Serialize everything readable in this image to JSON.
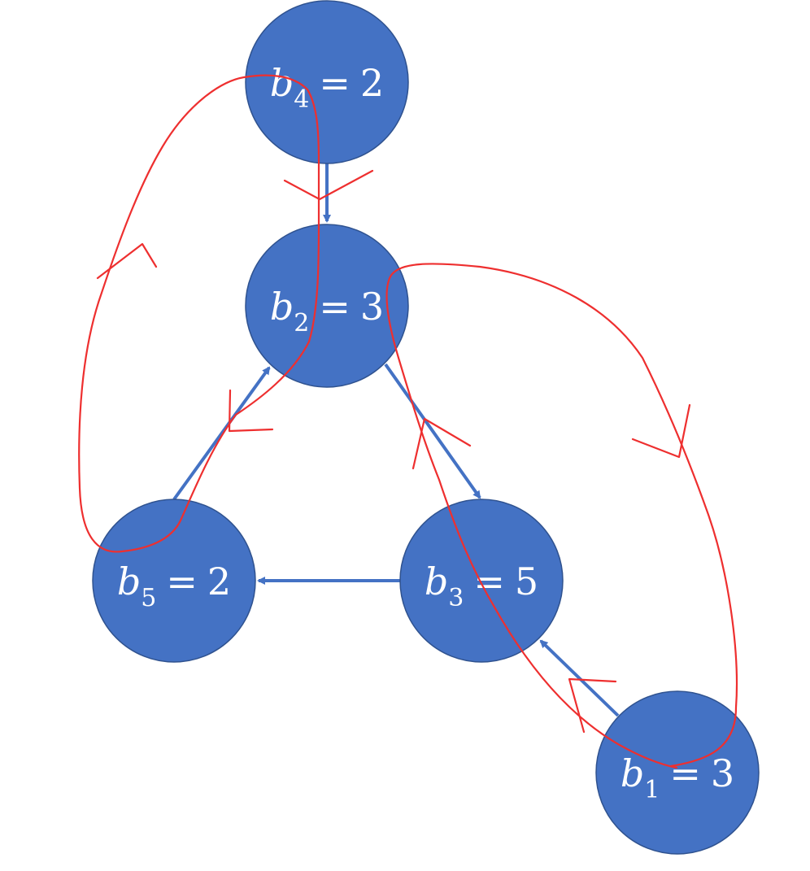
{
  "nodes": [
    {
      "id": "b4",
      "var": "b",
      "sub": "4",
      "op": "=",
      "value": "2"
    },
    {
      "id": "b2",
      "var": "b",
      "sub": "2",
      "op": "=",
      "value": "3"
    },
    {
      "id": "b5",
      "var": "b",
      "sub": "5",
      "op": "=",
      "value": "2"
    },
    {
      "id": "b3",
      "var": "b",
      "sub": "3",
      "op": "=",
      "value": "5"
    },
    {
      "id": "b1",
      "var": "b",
      "sub": "1",
      "op": "=",
      "value": "3"
    }
  ],
  "edges": [
    {
      "from": "b4",
      "to": "b2"
    },
    {
      "from": "b5",
      "to": "b2"
    },
    {
      "from": "b2",
      "to": "b3"
    },
    {
      "from": "b3",
      "to": "b5"
    },
    {
      "from": "b1",
      "to": "b3"
    }
  ],
  "colors": {
    "node_fill": "#4472c4",
    "edge": "#4472c4",
    "annotation_ink": "#ee2f2f",
    "label_text": "#ffffff"
  }
}
